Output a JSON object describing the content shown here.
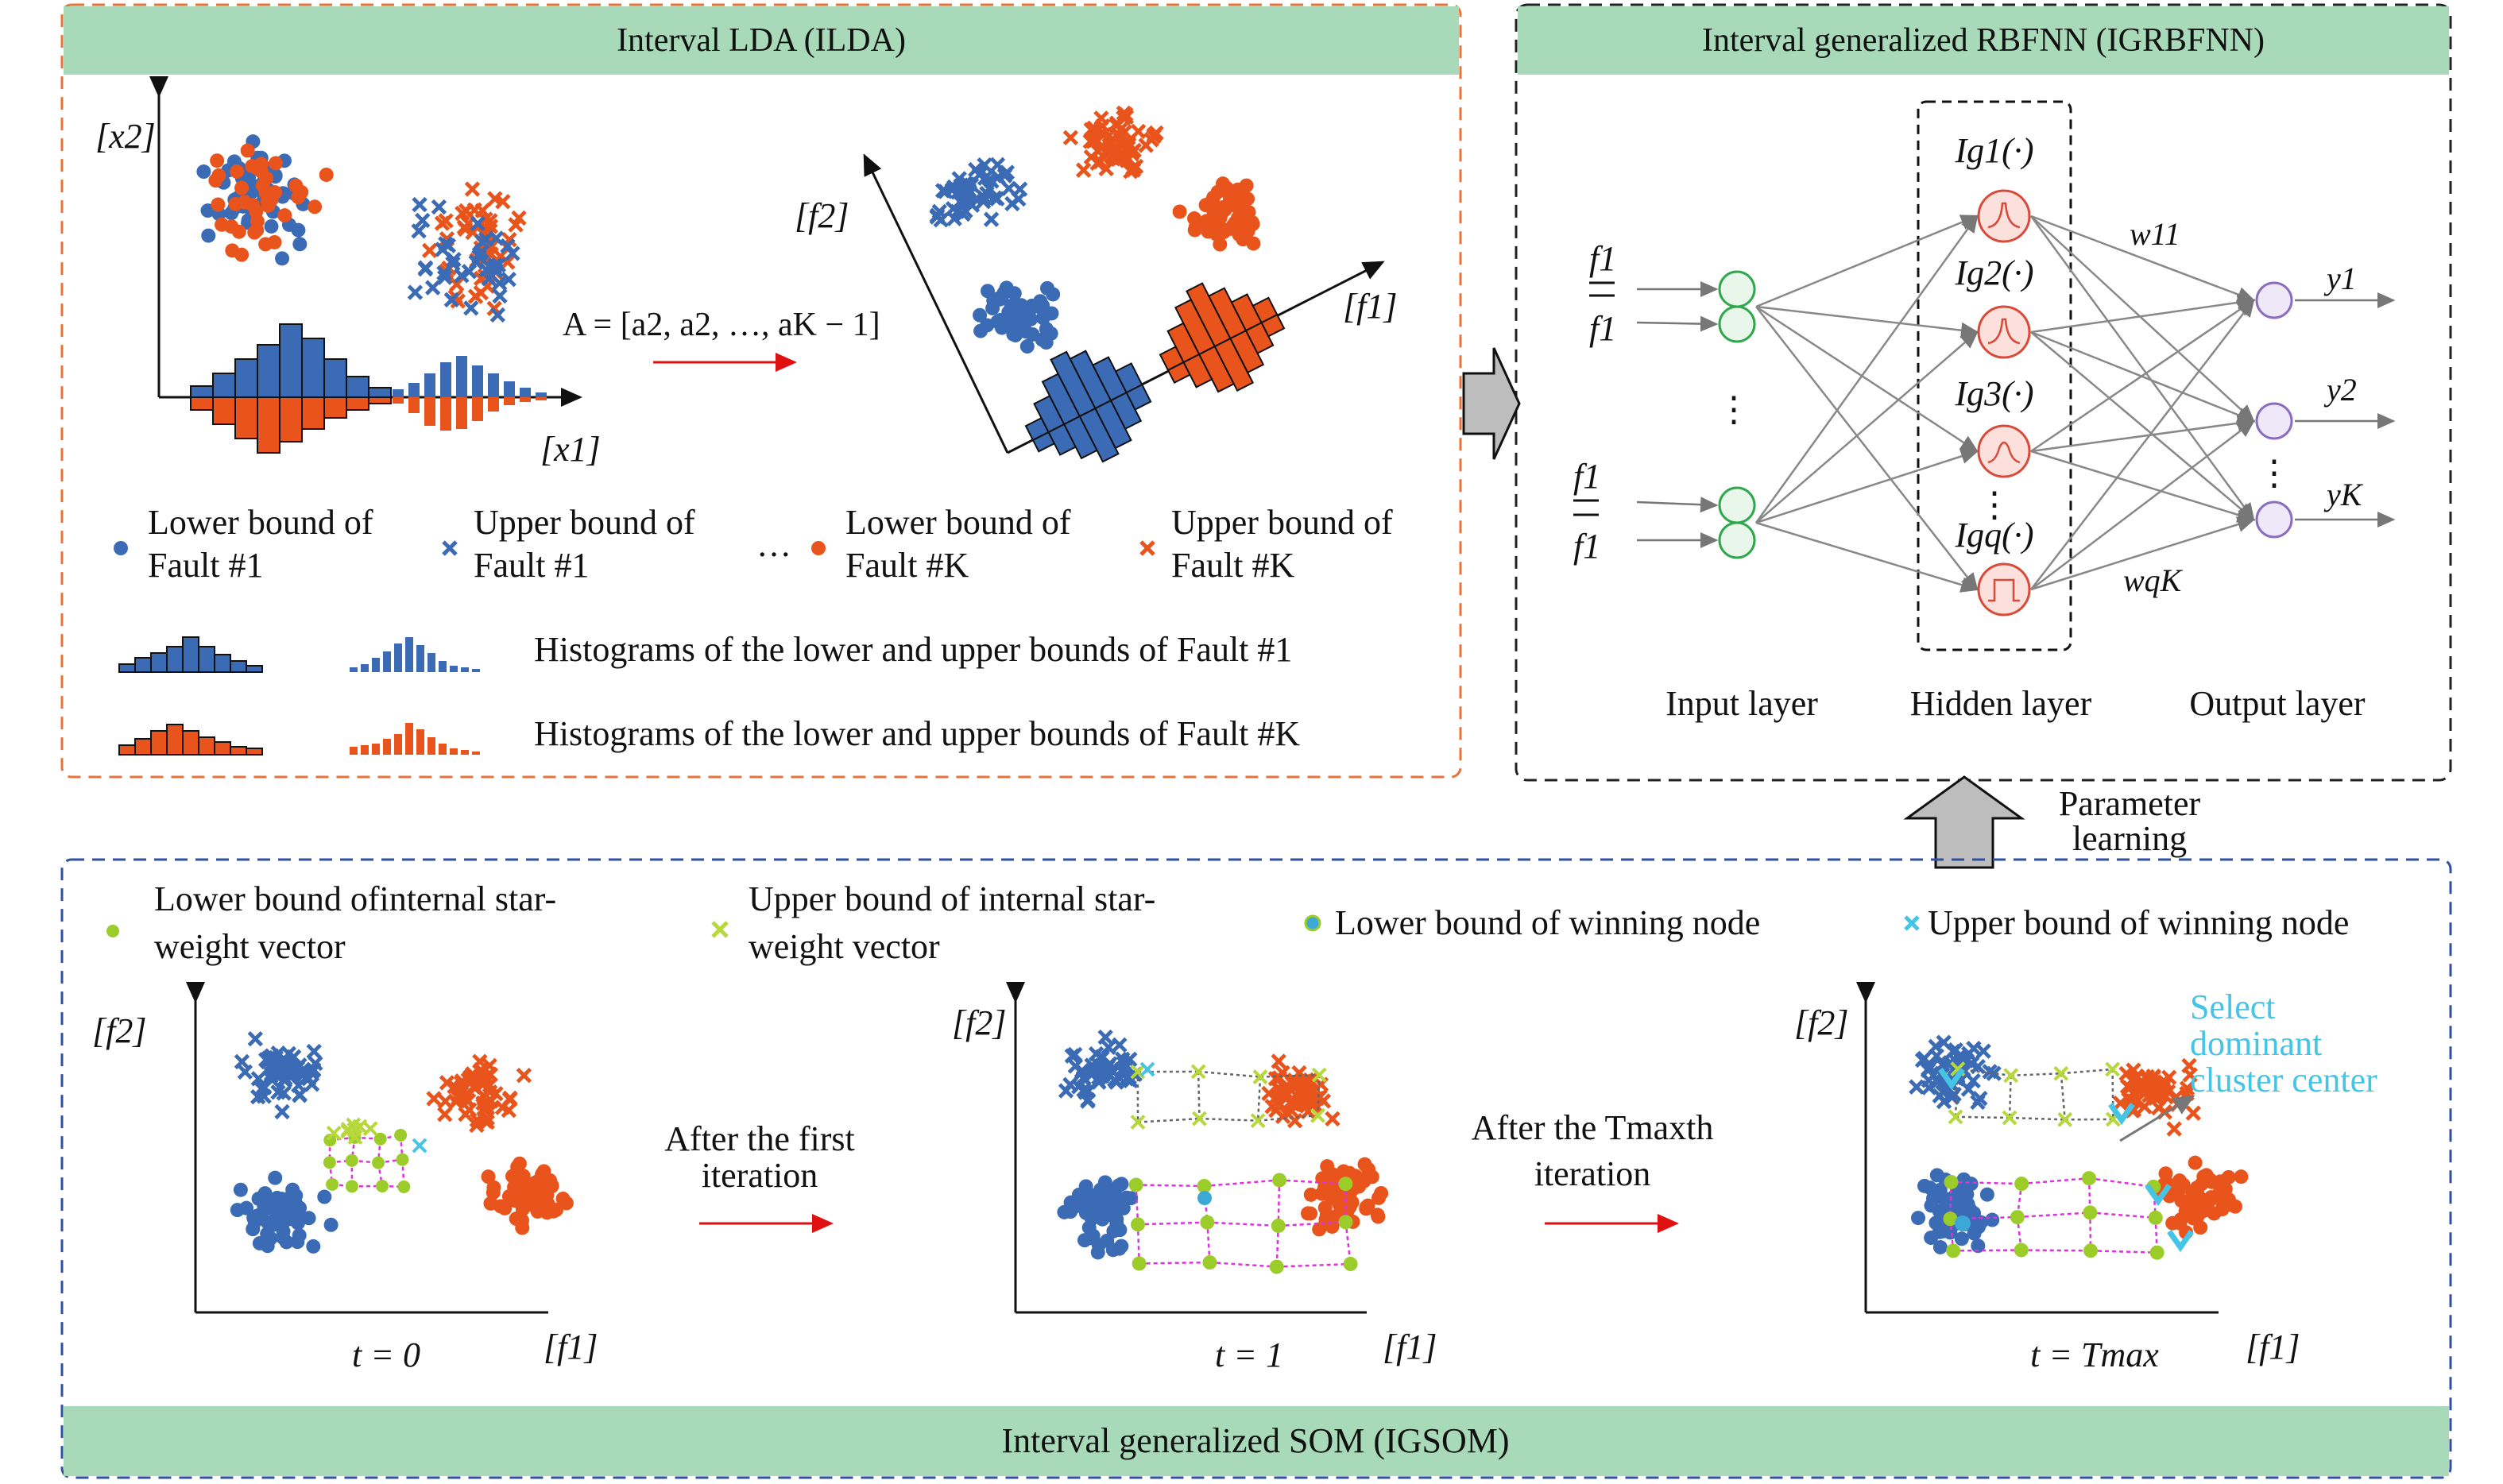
{
  "colors": {
    "blue": "#3b6bb5",
    "orange": "#e8541c",
    "green_header": "#a8dab9",
    "lda_border": "#e8733a",
    "rbf_border": "#222222",
    "som_border": "#2f4f9f",
    "input_node": "#2ea84a",
    "hidden_node": "#d84a3a",
    "output_node": "#8a6cc0",
    "star_lower": "#9ccc2a",
    "star_upper": "#b6d83a",
    "win_lower": "#3ba8d8",
    "win_upper": "#45c4e6",
    "som_link": "#dd33dd",
    "red_arrow": "#e01010"
  },
  "ilda": {
    "title": "Interval LDA (ILDA)",
    "axis_x2": "[x2]",
    "axis_x1": "[x1]",
    "axis_f2": "[f2]",
    "axis_f1": "[f1]",
    "transform": "A = [a2, a2, …, aK − 1]",
    "legend": {
      "lower1_line1": "Lower bound of",
      "lower1_line2": "Fault #1",
      "upper1_line1": "Upper bound of",
      "upper1_line2": "Fault #1",
      "ellipsis": "…",
      "lowerK_line1": "Lower bound of",
      "lowerK_line2": "Fault #K",
      "upperK_line1": "Upper bound of",
      "upperK_line2": "Fault #K",
      "hist1": "Histograms of the lower and upper bounds of Fault #1",
      "histK": "Histograms of the lower and upper bounds of Fault #K"
    }
  },
  "rbf": {
    "title": "Interval generalized RBFNN (IGRBFNN)",
    "inputs": [
      "f1",
      "f1",
      "f1",
      "f1"
    ],
    "vdots": "⋮",
    "hidden": [
      "Ig1(·)",
      "Ig2(·)",
      "Ig3(·)",
      "Igq(·)"
    ],
    "w_first": "w11",
    "w_last": "wqK",
    "outputs": [
      "y1",
      "y2",
      "yK"
    ],
    "layers": [
      "Input layer",
      "Hidden layer",
      "Output layer"
    ],
    "param_line1": "Parameter",
    "param_line2": "learning"
  },
  "som": {
    "title": "Interval generalized SOM (IGSOM)",
    "legend": {
      "lower_star_line1": "Lower bound ofinternal star-",
      "lower_star_line2": "weight vector",
      "upper_star_line1": "Upper bound of internal star-",
      "upper_star_line2": "weight vector",
      "lower_win": "Lower bound of winning node",
      "upper_win": "Upper bound of winning node"
    },
    "axis_f2": "[f2]",
    "axis_f1": "[f1]",
    "t0": "t = 0",
    "t1": "t = 1",
    "tmax": "t = Tmax",
    "first_iter_line1": "After the first",
    "first_iter_line2": "iteration",
    "tmax_iter_line1": "After the Tmaxth",
    "tmax_iter_line2": "iteration",
    "select_line1": "Select",
    "select_line2": "dominant",
    "select_line3": "cluster center"
  }
}
